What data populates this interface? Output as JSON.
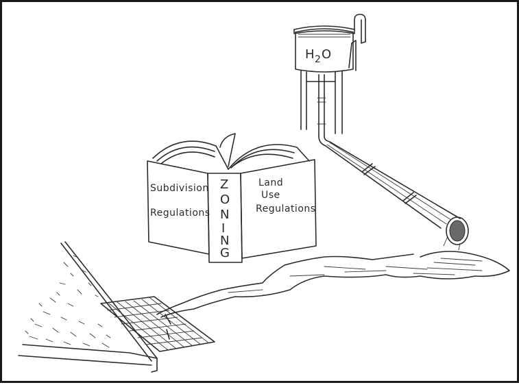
{
  "tower": {
    "h": "H",
    "sub": "2",
    "o": "O"
  },
  "book": {
    "left_line1": "Subdivision",
    "left_line2": "Regulations",
    "spine_letters": [
      "Z",
      "O",
      "N",
      "I",
      "N",
      "G"
    ],
    "right_line1": "Land",
    "right_line2": "Use",
    "right_line3": "Regulations"
  }
}
